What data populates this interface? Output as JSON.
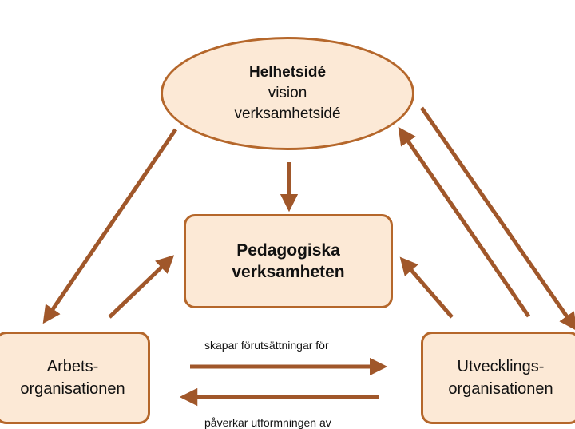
{
  "nodes": {
    "helhet": {
      "title": "Helhetsidé",
      "line2": "vision",
      "line3": "verksamhetsidé"
    },
    "pedagogiska": {
      "line1": "Pedagogiska",
      "line2": "verksamheten"
    },
    "arbets": {
      "line1": "Arbets-",
      "line2": "organisationen"
    },
    "utveckling": {
      "line1": "Utvecklings-",
      "line2": "organisationen"
    }
  },
  "edges": {
    "skapar_label": "skapar förutsättningar för",
    "paverkar_label": "påverkar utformningen av"
  },
  "colors": {
    "arrow": "#A0572A",
    "node_border": "#B5672B",
    "node_fill": "#FCE9D6"
  }
}
